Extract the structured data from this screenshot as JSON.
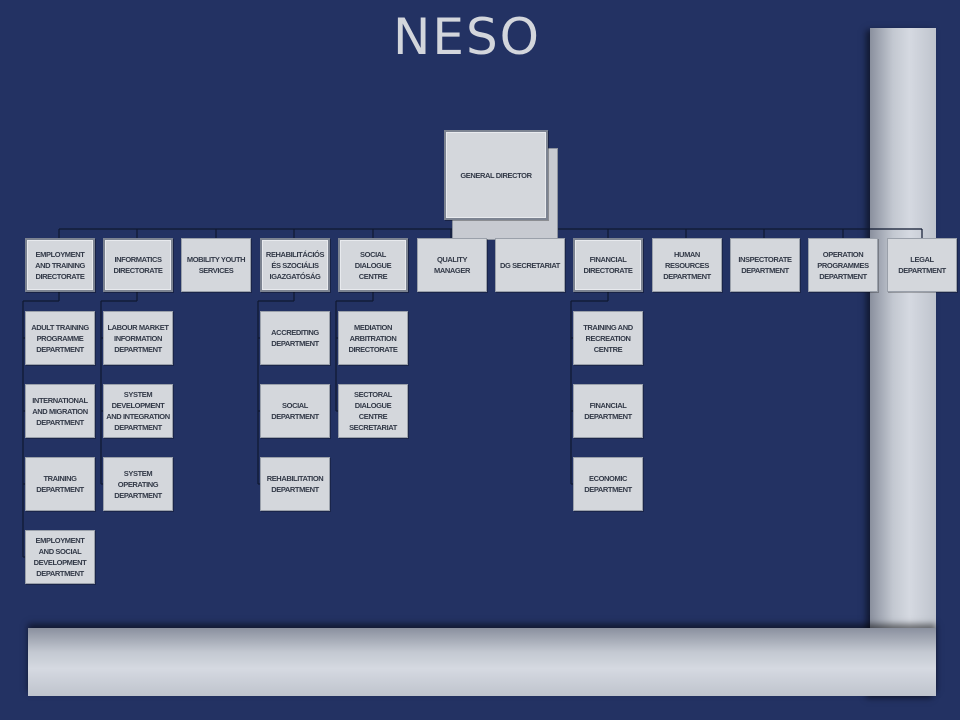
{
  "title": "NESO",
  "general_director": "GENERAL DIRECTOR",
  "top_level": [
    "EMPLOYMENT AND TRAINING DIRECTORATE",
    "INFORMATICS DIRECTORATE",
    "MOBILITY YOUTH SERVICES",
    "REHABILITÁCIÓS ÉS SZOCIÁLIS IGAZGATÓSÁG",
    "SOCIAL DIALOGUE CENTRE",
    "QUALITY MANAGER",
    "DG SECRETARIAT",
    "FINANCIAL DIRECTORATE",
    "HUMAN RESOURCES DEPARTMENT",
    "INSPECTORATE DEPARTMENT",
    "OPERATION PROGRAMMES DEPARTMENT",
    "LEGAL DEPARTMENT"
  ],
  "sub": {
    "employment": [
      "ADULT TRAINING PROGRAMME DEPARTMENT",
      "INTERNATIONAL AND MIGRATION DEPARTMENT",
      "TRAINING DEPARTMENT",
      "EMPLOYMENT AND SOCIAL DEVELOPMENT DEPARTMENT"
    ],
    "informatics": [
      "LABOUR MARKET INFORMATION DEPARTMENT",
      "SYSTEM DEVELOPMENT AND INTEGRATION DEPARTMENT",
      "SYSTEM OPERATING DEPARTMENT"
    ],
    "rehabilitation": [
      "ACCREDITING DEPARTMENT",
      "SOCIAL DEPARTMENT",
      "REHABILITATION DEPARTMENT"
    ],
    "social_dialogue": [
      "MEDIATION ARBITRATION DIRECTORATE",
      "SECTORAL DIALOGUE CENTRE SECRETARIAT"
    ],
    "financial": [
      "TRAINING AND RECREATION CENTRE",
      "FINANCIAL DEPARTMENT",
      "ECONOMIC DEPARTMENT"
    ]
  }
}
